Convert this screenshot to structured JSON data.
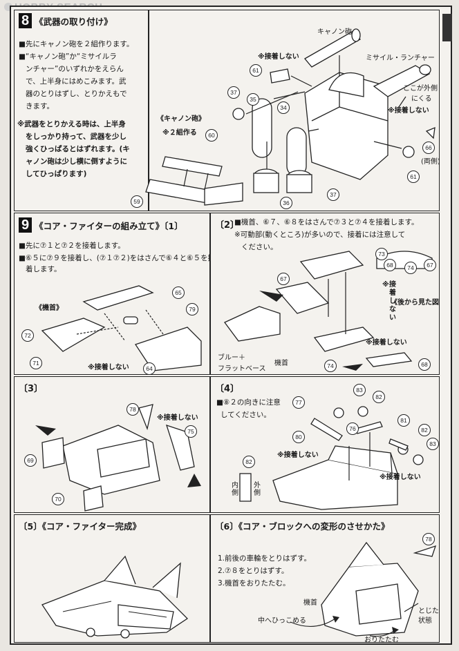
{
  "watermark": "HOBBY SEARCH",
  "s8": {
    "title": "《武器の取り付け》",
    "step": "8",
    "lines": [
      "■先にキャノン砲を２組作ります。",
      "■“キャノン砲”か“ミサイルラ",
      "ンチャー”のいずれかをえらん",
      "で、上半身にはめこみます。武",
      "器のとりはずし、とりかえもで",
      "きます。"
    ],
    "warn": [
      "※武器をとりかえる時は、上半身",
      "をしっかり持って、武器を少し",
      "強くひっぱるとはずれます。(キ",
      "ャノン砲は少し横に倒すように",
      "してひっぱります)"
    ],
    "labels": {
      "cannon": "キャノン砲",
      "launcher": "ミサイル・ランチャー",
      "outside": "ここが外側",
      "comes": "にくる",
      "noglue1": "※接着しない",
      "noglue2": "※接着しない",
      "cannon_sub": "《キャノン砲》",
      "make2": "※２組作る",
      "both": "(両側)"
    },
    "nums": [
      "61",
      "37",
      "35",
      "34",
      "60",
      "59",
      "36",
      "37",
      "66",
      "61"
    ]
  },
  "s9": {
    "step": "9",
    "title": "《コア・ファイターの組み立て》〔1〕",
    "lines": [
      "■先に⑦１と⑦２を接着します。",
      "■⑥５に⑦９を接着し、(⑦１⑦２)をはさんで⑥４と⑥５を接",
      "着します。"
    ],
    "labels": {
      "nose": "《機首》",
      "noglue": "※接着しない"
    },
    "nums": [
      "65",
      "79",
      "72",
      "71",
      "64"
    ]
  },
  "s2": {
    "title": "〔2〕",
    "lines": [
      "■機首、⑥７、⑥８をはさんで⑦３と⑦４を接着します。",
      "※可動部(動くところ)が多いので、接着には注意して",
      "ください。"
    ],
    "labels": {
      "glue_v": "接着しない",
      "back": "《後から見た図》",
      "blue": "ブルー＋",
      "flat": "フラットベース",
      "nose": "機首",
      "noglue2": "※接着しない",
      "noglue_v": "※"
    },
    "nums": [
      "73",
      "67",
      "68",
      "74",
      "67",
      "74",
      "68"
    ]
  },
  "s3": {
    "title": "〔3〕",
    "labels": {
      "noglue": "※接着しない"
    },
    "nums": [
      "78",
      "75",
      "69",
      "70"
    ]
  },
  "s4": {
    "title": "〔4〕",
    "lines": [
      "■⑧２の向きに注意",
      "してください。"
    ],
    "labels": {
      "noglue1": "※接着しない",
      "noglue2": "※接着しない",
      "inside": "内側",
      "outside": "外側"
    },
    "nums": [
      "83",
      "82",
      "77",
      "76",
      "81",
      "80",
      "82",
      "83",
      "82"
    ]
  },
  "s5": {
    "title": "〔5〕《コア・ファイター完成》"
  },
  "s6": {
    "title": "〔6〕《コア・ブロックへの変形のさせかた》",
    "lines": [
      "1.前後の車輪をとりはずす。",
      "2.⑦８をとりはずす。",
      "3.機首をおりたたむ。"
    ],
    "labels": {
      "nose": "機首",
      "closed1": "とじた",
      "closed2": "状態",
      "fold_in": "中へひっこめる",
      "fold": "おりたたむ"
    },
    "nums": [
      "78"
    ]
  }
}
